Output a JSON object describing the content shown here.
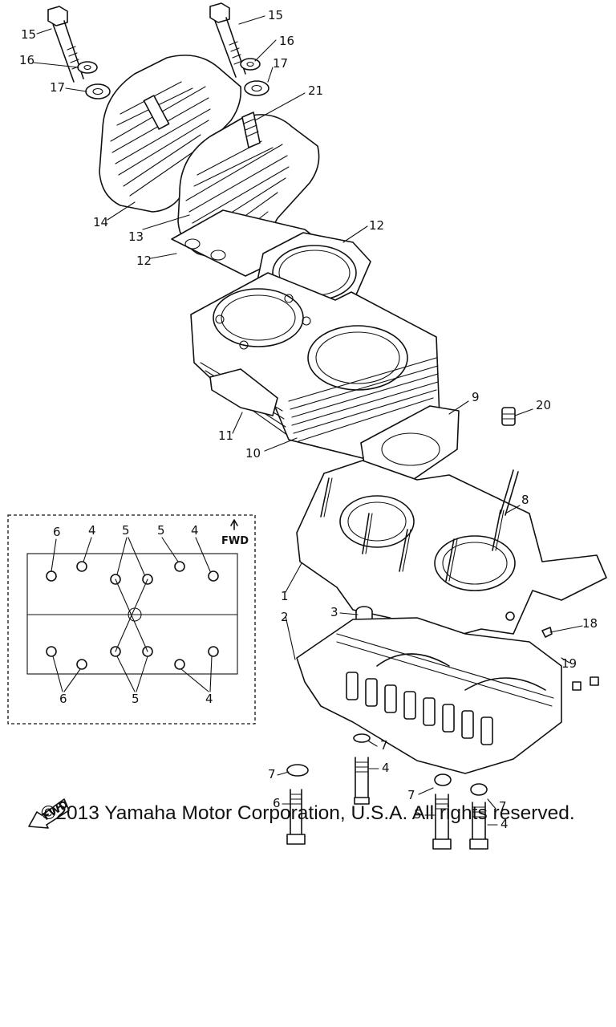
{
  "callouts": {
    "c1": "1",
    "c2": "2",
    "c3": "3",
    "c4": "4",
    "c5": "5",
    "c6": "6",
    "c7": "7",
    "c8": "8",
    "c9": "9",
    "c10": "10",
    "c11": "11",
    "c12": "12",
    "c13": "13",
    "c14": "14",
    "c15": "15",
    "c16": "16",
    "c17": "17",
    "c18": "18",
    "c19": "19",
    "c20": "20",
    "c21": "21"
  },
  "inset": {
    "fwd_label": "FWD",
    "labels_top": [
      "6",
      "4",
      "5",
      "5",
      "4"
    ],
    "labels_bottom": [
      "6",
      "5",
      "4"
    ]
  },
  "direction_badge": "FWD",
  "copyright": "©2013 Yamaha Motor Corporation, U.S.A. All rights reserved."
}
